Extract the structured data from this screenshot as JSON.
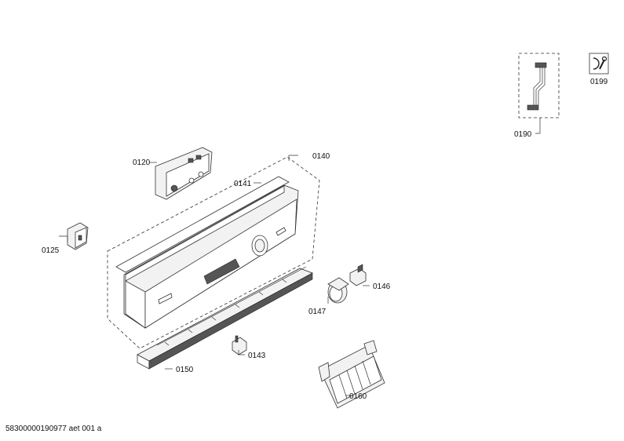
{
  "parts": {
    "p0120": "0120",
    "p0125": "0125",
    "p0140": "0140",
    "p0141": "0141",
    "p0143": "0143",
    "p0146": "0146",
    "p0147": "0147",
    "p0150": "0150",
    "p0160": "0160",
    "p0190": "0190",
    "p0199": "0199"
  },
  "footer": "58300000190977 aet 001 a"
}
